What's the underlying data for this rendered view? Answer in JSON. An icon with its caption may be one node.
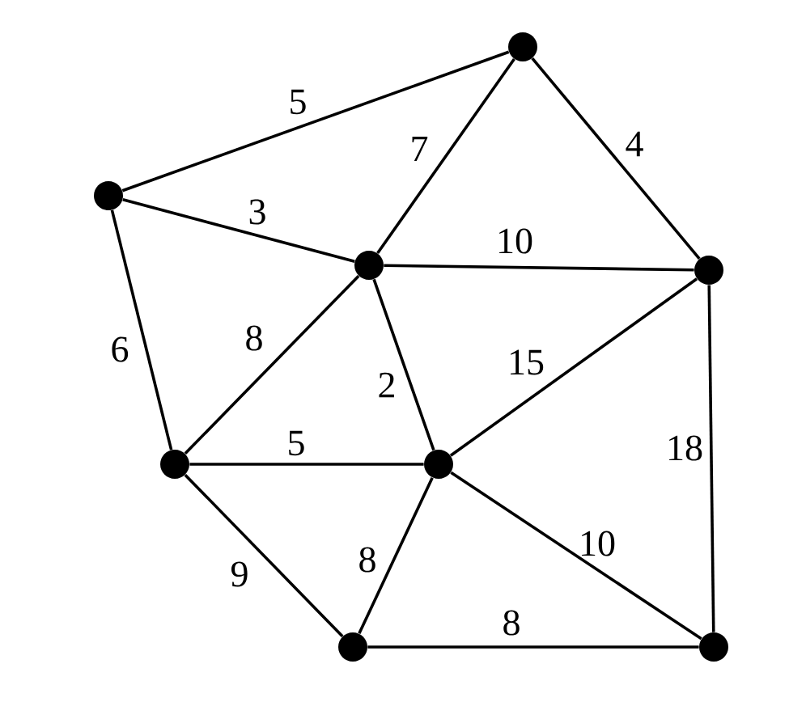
{
  "diagram": {
    "nodes": [
      {
        "text": [],
        "shape": "circle"
      },
      {
        "text": [],
        "shape": "circle"
      },
      {
        "text": [],
        "shape": "circle"
      },
      {
        "text": [],
        "shape": "circle"
      },
      {
        "text": [],
        "shape": "circle"
      },
      {
        "text": [],
        "shape": "circle"
      },
      {
        "text": [],
        "shape": "circle"
      },
      {
        "text": [],
        "shape": "circle"
      }
    ],
    "edges": [
      {
        "from": 1,
        "to": 0,
        "arrow": "none",
        "label": "5"
      },
      {
        "from": 0,
        "to": 2,
        "arrow": "none",
        "label": "7"
      },
      {
        "from": 0,
        "to": 3,
        "arrow": "none",
        "label": "4"
      },
      {
        "from": 1,
        "to": 2,
        "arrow": "none",
        "label": "3"
      },
      {
        "from": 2,
        "to": 3,
        "arrow": "none",
        "label": "10"
      },
      {
        "from": 1,
        "to": 4,
        "arrow": "none",
        "label": "6"
      },
      {
        "from": 2,
        "to": 4,
        "arrow": "none",
        "label": "8"
      },
      {
        "from": 2,
        "to": 5,
        "arrow": "none",
        "label": "2"
      },
      {
        "from": 5,
        "to": 3,
        "arrow": "none",
        "label": "15"
      },
      {
        "from": 3,
        "to": 7,
        "arrow": "none",
        "label": "18"
      },
      {
        "from": 4,
        "to": 5,
        "arrow": "none",
        "label": "5"
      },
      {
        "from": 4,
        "to": 6,
        "arrow": "none",
        "label": "9"
      },
      {
        "from": 5,
        "to": 6,
        "arrow": "none",
        "label": "8"
      },
      {
        "from": 5,
        "to": 7,
        "arrow": "none",
        "label": "10"
      },
      {
        "from": 6,
        "to": 7,
        "arrow": "none",
        "label": "8"
      }
    ]
  }
}
